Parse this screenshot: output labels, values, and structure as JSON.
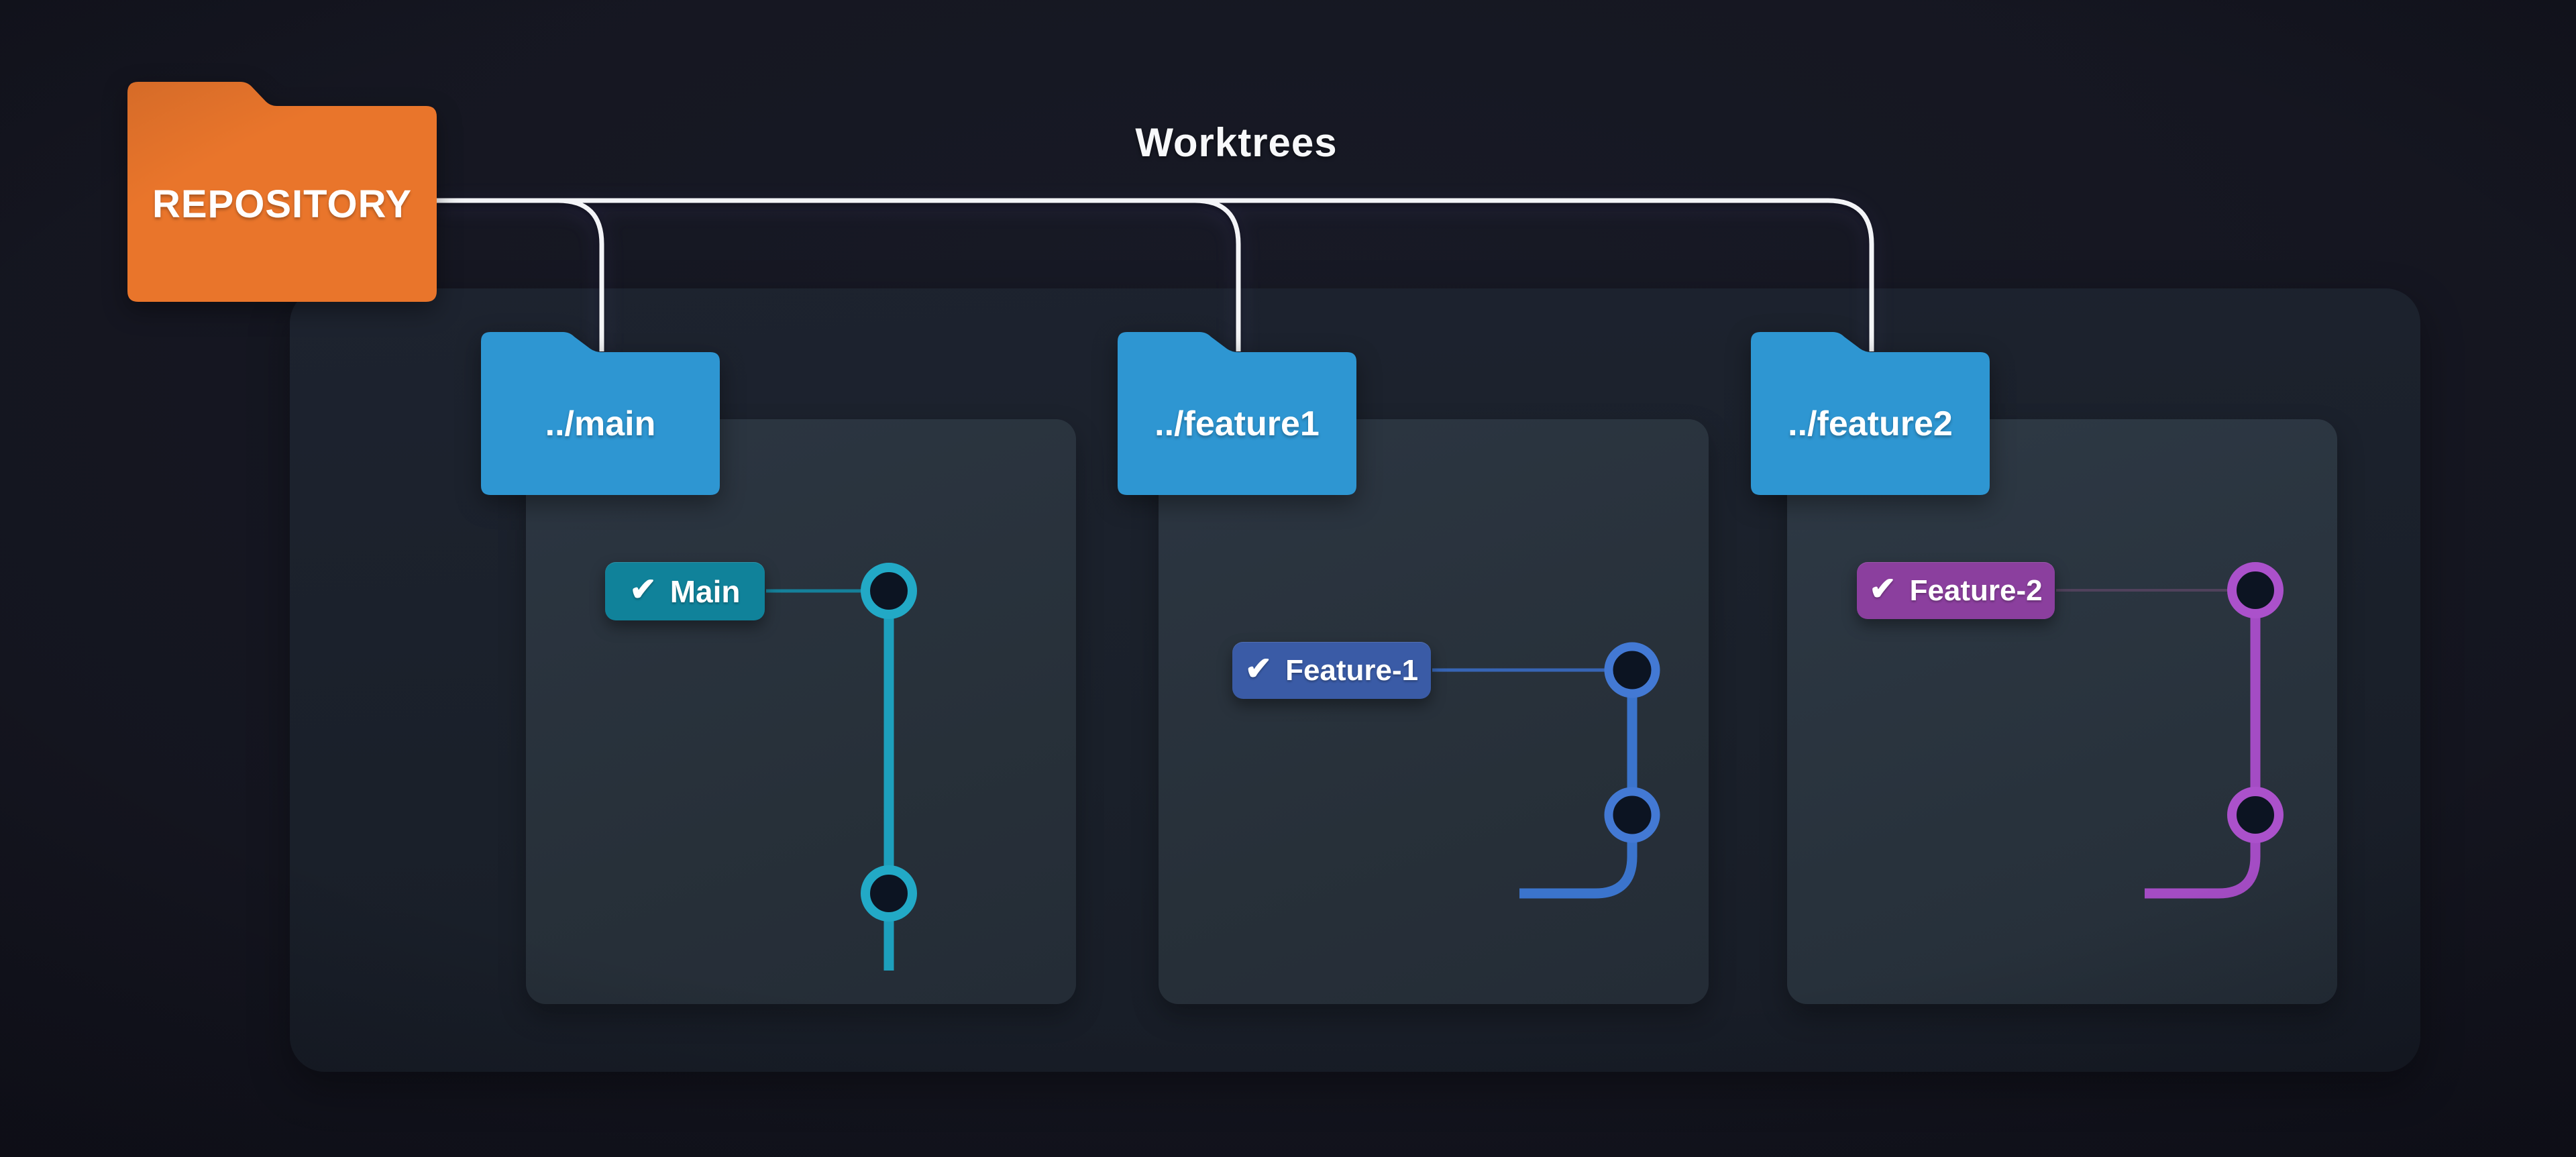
{
  "diagram": {
    "title": "Worktrees",
    "repository": {
      "label": "REPOSITORY",
      "folder_color": "#e9752b"
    },
    "worktrees": [
      {
        "folder_label": "../main",
        "branch_label": "Main",
        "badge_color": "#10829a",
        "line_color": "#1d9fbc",
        "node_color": "#22a9c6",
        "commits": 2,
        "graph_shape": "straight-line-two-commits"
      },
      {
        "folder_label": "../feature1",
        "branch_label": "Feature-1",
        "badge_color": "#3a5ba6",
        "line_color": "#3b74cc",
        "node_color": "#4379d4",
        "commits": 2,
        "graph_shape": "two-commits-branching-left-at-bottom"
      },
      {
        "folder_label": "../feature2",
        "branch_label": "Feature-2",
        "badge_color": "#8b3f9e",
        "line_color": "#a44cc4",
        "node_color": "#ab51cb",
        "commits": 2,
        "graph_shape": "two-commits-branching-left-at-bottom"
      }
    ],
    "icons": {
      "branch_check": "✔"
    },
    "colors": {
      "background": "#14151f",
      "container_panel": "#1a202a",
      "worktree_panel": "#273039",
      "worktree_folder": "#2e96d2",
      "tree_connector_line": "#f3f4f7",
      "commit_node_fill": "#0c1422",
      "text": "#ffffff"
    }
  }
}
